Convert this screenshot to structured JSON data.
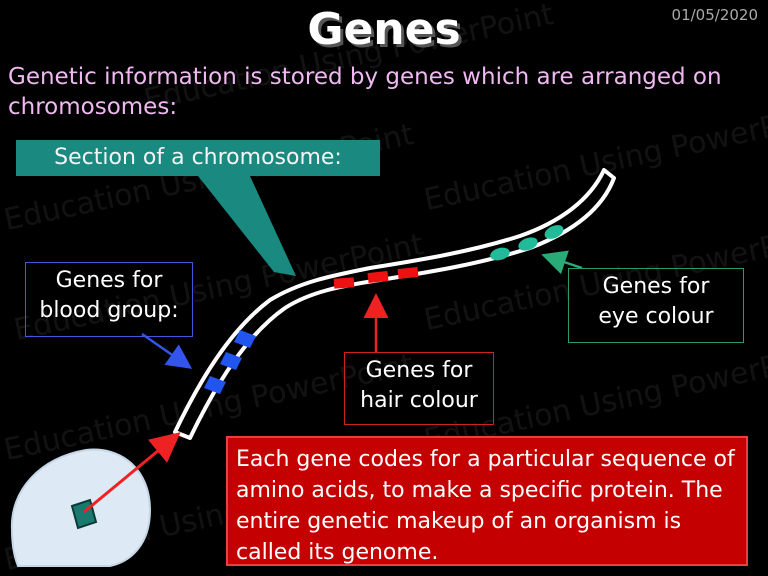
{
  "header": {
    "title": "Genes",
    "date": "01/05/2020"
  },
  "intro_text": "Genetic information is stored by genes which are arranged on chromosomes:",
  "labels": {
    "section": "Section of a chromosome:",
    "blood_line1": "Genes for",
    "blood_line2": "blood group:",
    "eye_line1": "Genes for",
    "eye_line2": "eye colour",
    "hair_line1": "Genes for",
    "hair_line2": "hair colour"
  },
  "info_text": "Each gene codes for a particular sequence of amino acids, to make a specific protein. The entire genetic makeup of an organism is called its genome.",
  "watermark_text": "Education Using PowerPoint",
  "colors": {
    "background": "#000000",
    "intro_text": "#f0b8f0",
    "section_fill": "#1a8a80",
    "blood_genes": "#2255ee",
    "hair_genes": "#ee1111",
    "eye_genes": "#22bb99",
    "info_fill": "#c50000",
    "cell": "#dde9f4",
    "nucleus": "#1a7a70"
  }
}
